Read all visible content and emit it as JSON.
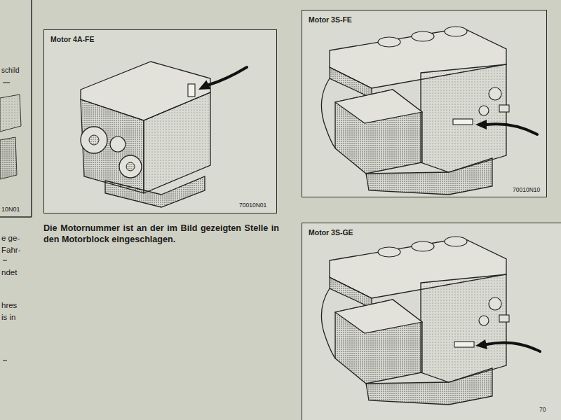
{
  "diagram": {
    "nodes": [
      {
        "text": [
          "Motor 4A-FE",
          "70010N01"
        ]
      },
      {
        "text": [
          "Motor 3S-FE",
          "70010N10"
        ]
      },
      {
        "text": [
          "Motor 3S-GE",
          "70"
        ]
      }
    ],
    "labels": [
      "Die Motornummer ist an der im Bild gezeigten Stelle in den Motorblock eingeschlagen.",
      "schild",
      "10N01",
      "e ge-",
      "Fahr-",
      "ndet",
      "hres",
      "is in"
    ]
  }
}
